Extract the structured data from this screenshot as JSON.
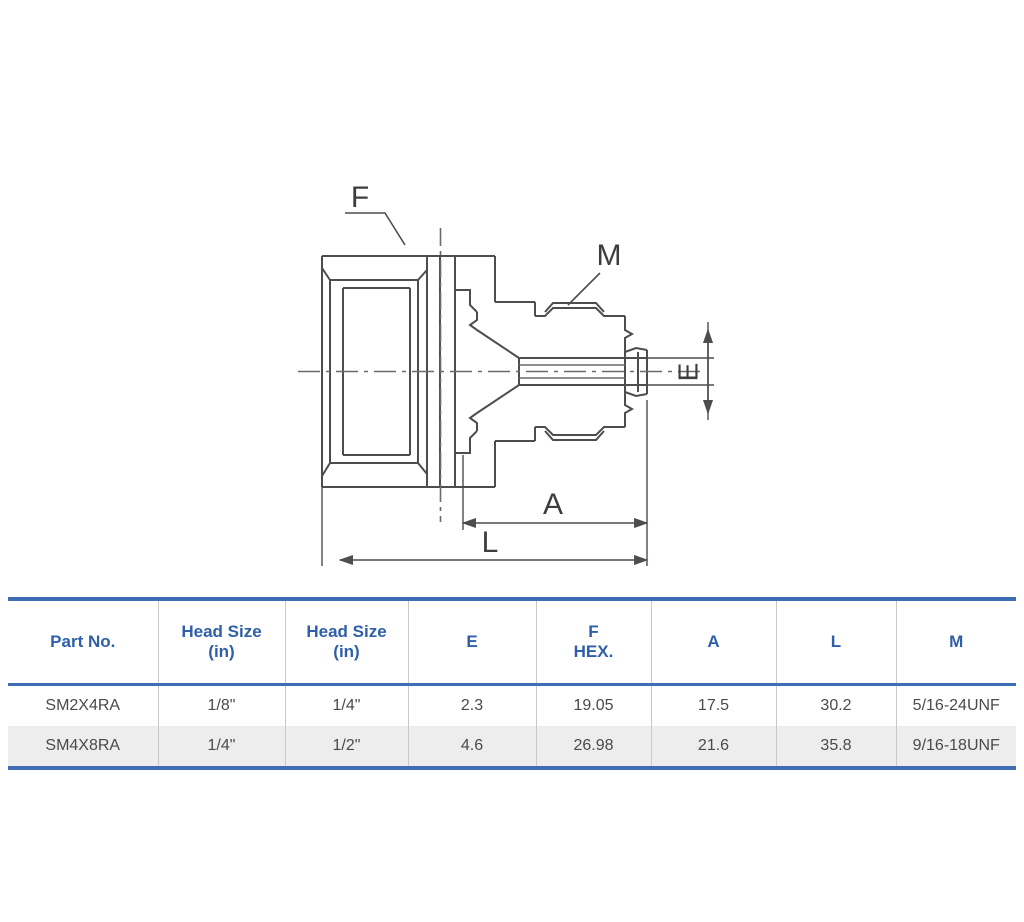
{
  "drawing": {
    "title": "Right-angle tube fitting cross-section drawing",
    "callouts": [
      {
        "id": "F",
        "label": "F",
        "kind": "leader-callout"
      },
      {
        "id": "M",
        "label": "M",
        "kind": "leader-callout"
      },
      {
        "id": "E",
        "label": "E",
        "kind": "vertical-dimension"
      },
      {
        "id": "A",
        "label": "A",
        "kind": "horizontal-dimension"
      },
      {
        "id": "L",
        "label": "L",
        "kind": "horizontal-dimension"
      }
    ]
  },
  "table": {
    "headers": [
      {
        "line1": "Part No.",
        "line2": ""
      },
      {
        "line1": "Head Size",
        "line2": "(in)"
      },
      {
        "line1": "Head Size",
        "line2": "(in)"
      },
      {
        "line1": "E",
        "line2": ""
      },
      {
        "line1": "F",
        "line2": "HEX."
      },
      {
        "line1": "A",
        "line2": ""
      },
      {
        "line1": "L",
        "line2": ""
      },
      {
        "line1": "M",
        "line2": ""
      }
    ],
    "rows": [
      {
        "part_no": "SM2X4RA",
        "head_size_1": "1/8\"",
        "head_size_2": "1/4\"",
        "e": "2.3",
        "f_hex": "19.05",
        "a": "17.5",
        "l": "30.2",
        "m": "5/16-24UNF"
      },
      {
        "part_no": "SM4X8RA",
        "head_size_1": "1/4\"",
        "head_size_2": "1/2\"",
        "e": "4.6",
        "f_hex": "26.98",
        "a": "21.6",
        "l": "35.8",
        "m": "9/16-18UNF"
      }
    ]
  },
  "colors": {
    "header_text": "#2F5FA9",
    "rule": "#3E6DB5",
    "alt_row": "#EDEDED",
    "line": "#4d4d4d",
    "body_text": "#4a4a4a"
  }
}
